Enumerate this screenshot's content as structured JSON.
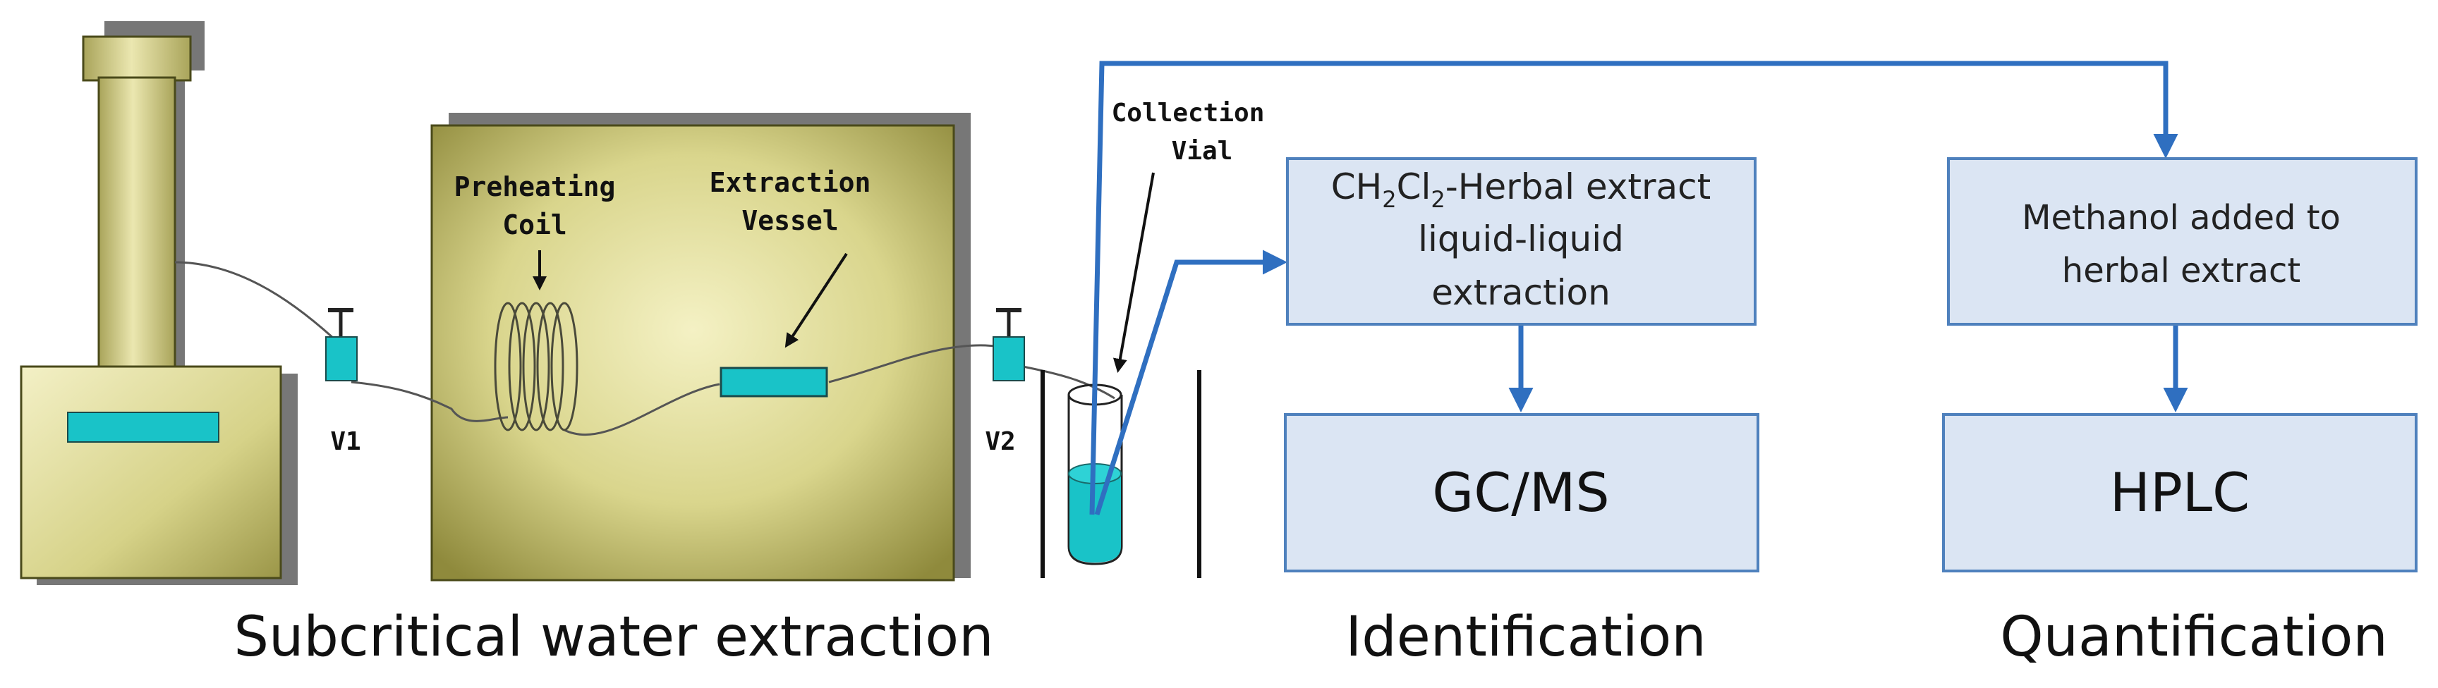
{
  "labels": {
    "preheating_coil_line1": "Preheating",
    "preheating_coil_line2": "Coil",
    "extraction_vessel_line1": "Extraction",
    "extraction_vessel_line2": "Vessel",
    "collection_vial_line1": "Collection",
    "collection_vial_line2": "Vial",
    "valve1": "V1",
    "valve2": "V2"
  },
  "boxes": {
    "lle": {
      "formula_prefix": "CH",
      "formula_sub1": "2",
      "formula_mid": "Cl",
      "formula_sub2": "2",
      "formula_suffix": "-Herbal extract",
      "line2": "liquid-liquid",
      "line3": "extraction"
    },
    "gcms": "GC/MS",
    "methanol": {
      "line1": "Methanol added to",
      "line2": "herbal extract"
    },
    "hplc": "HPLC"
  },
  "captions": {
    "subcritical": "Subcritical water extraction",
    "identification": "Identification",
    "quantification": "Quantification"
  },
  "colors": {
    "apparatus_olive": "#d9d58c",
    "apparatus_edge": "#4a4a1a",
    "cyan": "#19c3c8",
    "flow_arrow": "#2f6fc0",
    "box_fill": "#dbe5f3",
    "box_stroke": "#4f81bd"
  }
}
